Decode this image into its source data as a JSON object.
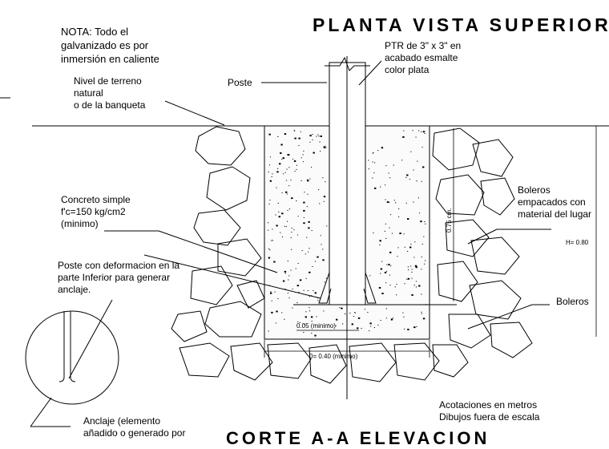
{
  "note": {
    "line1": "NOTA:  Todo el",
    "line2": "galvanizado es por",
    "line3": "inmersión en caliente"
  },
  "titles": {
    "plan": "PLANTA VISTA SUPERIOR",
    "section": "CORTE A-A ELEVACION"
  },
  "labels": {
    "ground": [
      "Nivel de terreno",
      "natural",
      "o de la banqueta"
    ],
    "post": "Poste",
    "ptr": [
      "PTR de 3\" x 3\" en",
      "acabado esmalte",
      "color plata"
    ],
    "concrete": [
      "Concreto simple",
      "f'c=150 kg/cm2",
      "(minimo)"
    ],
    "boulders_packed": [
      "Boleros",
      "empacados con",
      "material del lugar"
    ],
    "post_deformation": [
      "Poste con deformacion en la",
      "parte Inferior para generar",
      "anclaje."
    ],
    "boulders": "Boleros",
    "anchor": [
      "Anclaje (elemento",
      "añadido o generado por"
    ],
    "notes": [
      "Acotaciones en metros",
      "Dibujos fuera de escala"
    ]
  },
  "dimensions": {
    "depth_075": "0.75 cm.",
    "height_total": "H= 0.80",
    "base_005": "0.05 (minimo)",
    "width_040": "0= 0.40 (minimo)"
  }
}
